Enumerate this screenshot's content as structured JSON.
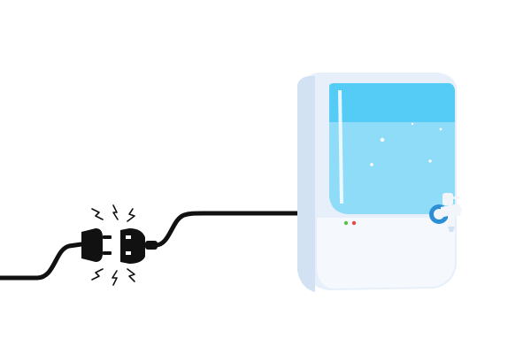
{
  "scene": {
    "description_elements": [
      "power-cord",
      "unplugged-plug",
      "unplugged-socket",
      "spark-lines",
      "water-purifier"
    ]
  },
  "colors": {
    "background": "#ffffff",
    "cord": "#111111",
    "purifier_body": "#e6effa",
    "purifier_body_shade": "#d3e2f3",
    "purifier_highlight": "#f5f9fe",
    "water_deep": "#55ccf5",
    "water_light": "#8fdcf8",
    "water_top": "#3fc0f0",
    "tap_ring": "#2b8fd6",
    "tap_body": "#f2f6fb",
    "indicator_green": "#5cbf4a",
    "indicator_red": "#e04a4a"
  },
  "icons": {
    "plug": "plug-icon",
    "socket": "socket-icon",
    "spark": "spark-icon",
    "tap": "tap-icon"
  },
  "indicators": [
    {
      "name": "power-led",
      "color": "#5cbf4a"
    },
    {
      "name": "status-led",
      "color": "#e04a4a"
    }
  ]
}
